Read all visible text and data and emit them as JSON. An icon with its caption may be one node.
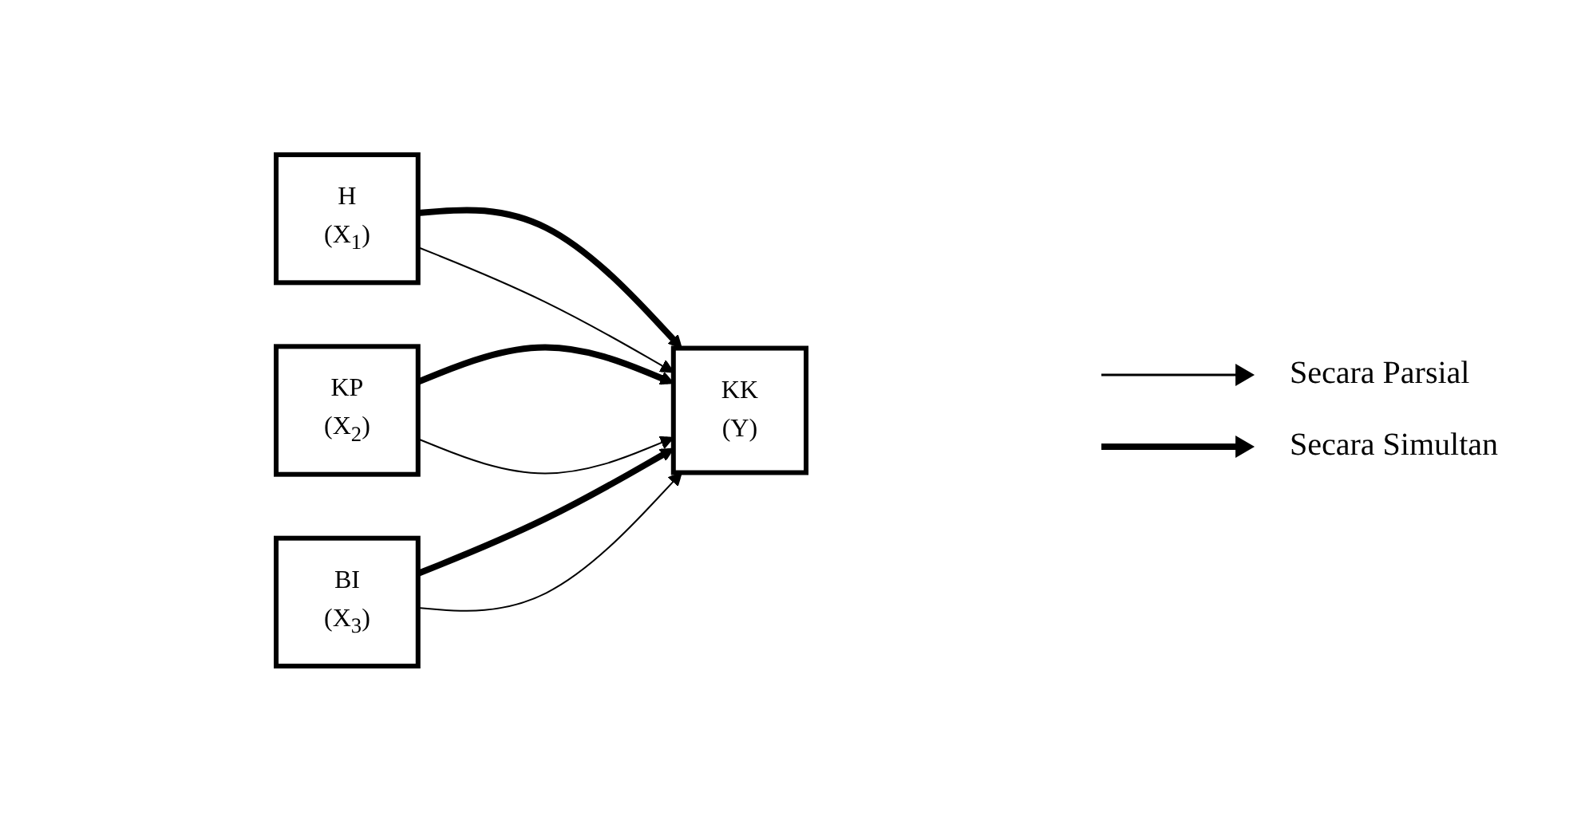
{
  "diagram": {
    "nodes": [
      {
        "text": [
          "H",
          "(X$_{1}$)"
        ]
      },
      {
        "text": [
          "KP",
          "(X$_{2}$)"
        ]
      },
      {
        "text": [
          "BI",
          "(X$_{3}$)"
        ]
      },
      {
        "text": [
          "KK",
          "(Y)"
        ]
      }
    ],
    "edges": [
      {
        "from": 0,
        "to": 3,
        "arrow": "to",
        "style": "thick"
      },
      {
        "from": 1,
        "to": 3,
        "arrow": "to",
        "style": "thick"
      },
      {
        "from": 2,
        "to": 3,
        "arrow": "to",
        "style": "thick"
      },
      {
        "from": 0,
        "to": 3,
        "arrow": "to"
      },
      {
        "from": 1,
        "to": 3,
        "arrow": "to"
      },
      {
        "from": 2,
        "to": 3,
        "arrow": "to"
      }
    ],
    "legend": [
      {
        "text": "Secara Parsial"
      },
      {
        "text": "Secara Simultan"
      }
    ]
  }
}
